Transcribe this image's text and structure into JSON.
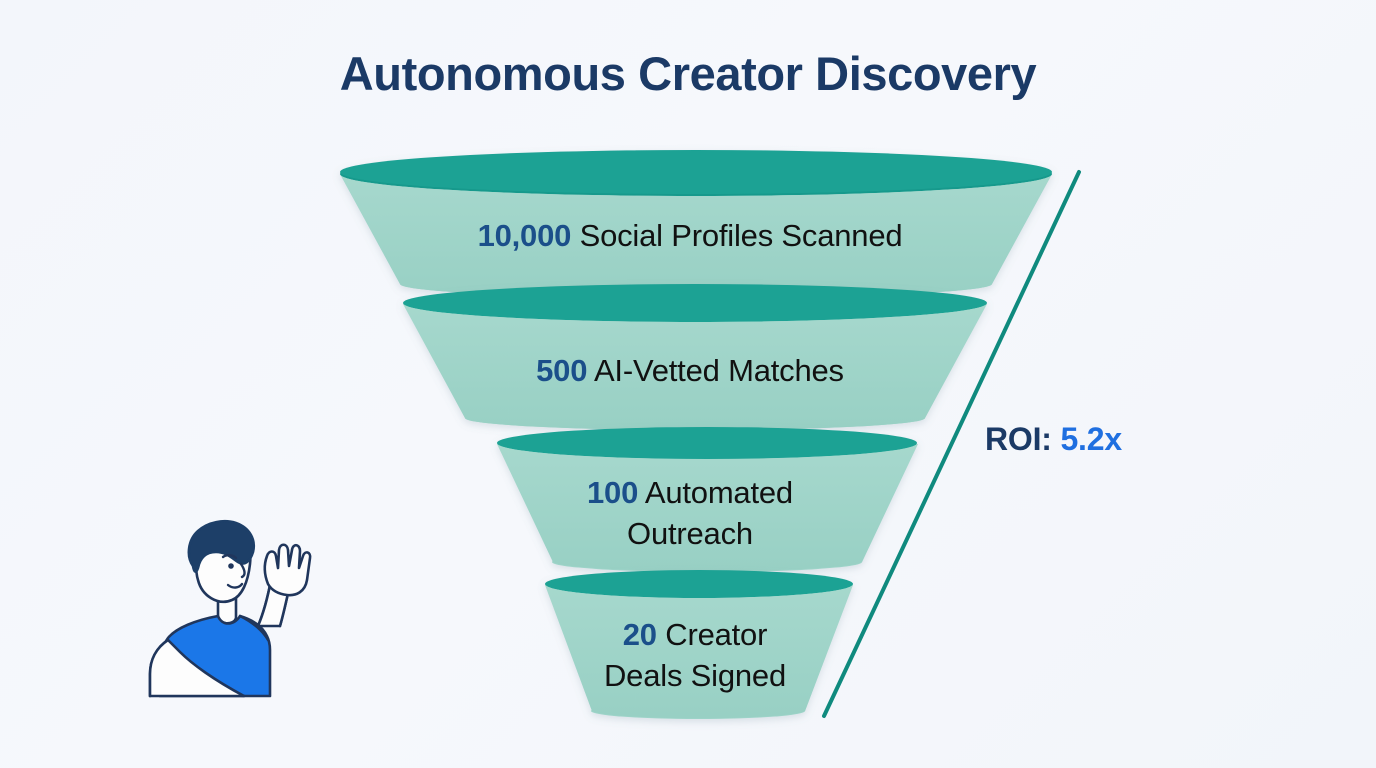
{
  "title": "Autonomous Creator Discovery",
  "background_color": "#f4f7fb",
  "colors": {
    "title": "#1b3a66",
    "funnel_cap": "#17998c",
    "funnel_body": "#9ed4c9",
    "number": "#1b4f8a",
    "label": "#111111",
    "roi_label": "#1b3a66",
    "roi_value": "#1f6fe0",
    "accent_line": "#0f8a7e",
    "shirt": "#1b77e8",
    "hair": "#1d3f68"
  },
  "roi": {
    "label": "ROI:",
    "value": "5.2x"
  },
  "illustration": {
    "name": "waving-person"
  },
  "chart_data": {
    "type": "funnel",
    "title": "Autonomous Creator Discovery",
    "xlabel": "",
    "ylabel": "",
    "legend_position": "none",
    "grid": false,
    "categories": [
      "Social Profiles Scanned",
      "AI-Vetted Matches",
      "Automated Outreach",
      "Creator Deals Signed"
    ],
    "values": [
      10000,
      500,
      100,
      20
    ],
    "value_labels": [
      "10,000",
      "500",
      "100",
      "20"
    ],
    "stages": [
      {
        "number": "10,000",
        "label": "Social Profiles Scanned",
        "value": 10000,
        "lines": [
          "10,000 Social Profiles Scanned"
        ]
      },
      {
        "number": "500",
        "label": "AI-Vetted Matches",
        "value": 500,
        "lines": [
          "500 AI-Vetted Matches"
        ]
      },
      {
        "number": "100",
        "label": "Automated Outreach",
        "value": 100,
        "lines": [
          "100 Automated",
          "Outreach"
        ]
      },
      {
        "number": "20",
        "label": "Creator Deals Signed",
        "value": 20,
        "lines": [
          "20 Creator",
          "Deals Signed"
        ]
      }
    ],
    "annotations": [
      {
        "text": "ROI: 5.2x",
        "position": "right-middle"
      }
    ]
  },
  "stage_text": {
    "s1_num": "10,000",
    "s1_rest": " Social Profiles Scanned",
    "s2_num": "500",
    "s2_rest": " AI-Vetted Matches",
    "s3_num": "100",
    "s3_rest": " Automated",
    "s3_line2": "Outreach",
    "s4_num": "20",
    "s4_rest": " Creator",
    "s4_line2": "Deals Signed"
  }
}
